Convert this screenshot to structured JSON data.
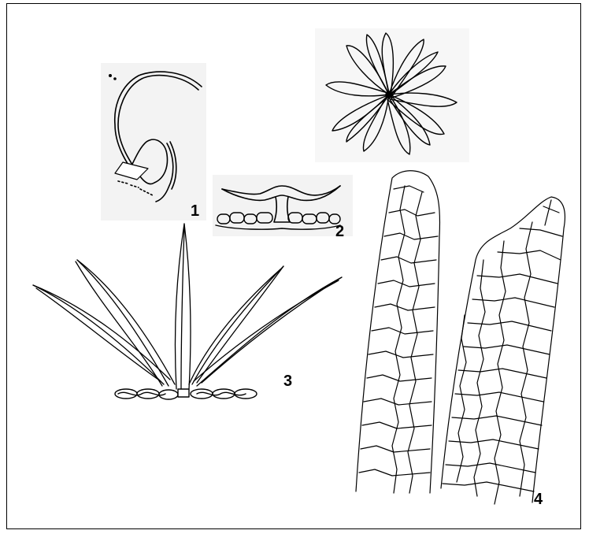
{
  "figure": {
    "labels": {
      "panel1": "1",
      "panel2": "2",
      "panel3": "3",
      "panel4": "4"
    },
    "colors": {
      "ink": "#000000",
      "paper": "#ffffff",
      "scan_bg": "#f3f3f3"
    }
  }
}
